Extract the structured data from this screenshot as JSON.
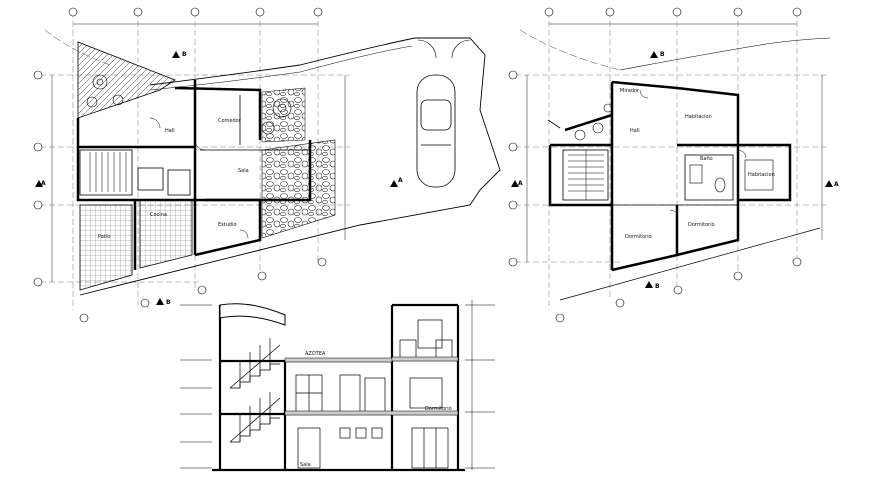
{
  "plans": {
    "ground": {
      "rooms": {
        "comedor": "Comedor",
        "hall": "Hall",
        "sala": "Sala",
        "estudio": "Estudio",
        "cocina": "Cocina",
        "patio": "Patio"
      },
      "section_marks": {
        "a": "A",
        "b": "B"
      }
    },
    "upper": {
      "rooms": {
        "mirador": "Mirador",
        "hall": "Hall",
        "habitacion_1": "Habitacion",
        "habitacion_2": "Habitacion",
        "dormitorio_1": "Dormitorio",
        "dormitorio_2": "Dormitorio",
        "bano": "Baño"
      },
      "section_marks": {
        "a": "A",
        "b": "B"
      }
    }
  },
  "section": {
    "labels": {
      "azotea": "AZOTEA",
      "dormitorio": "Dormitorio",
      "sala": "Sala"
    }
  }
}
